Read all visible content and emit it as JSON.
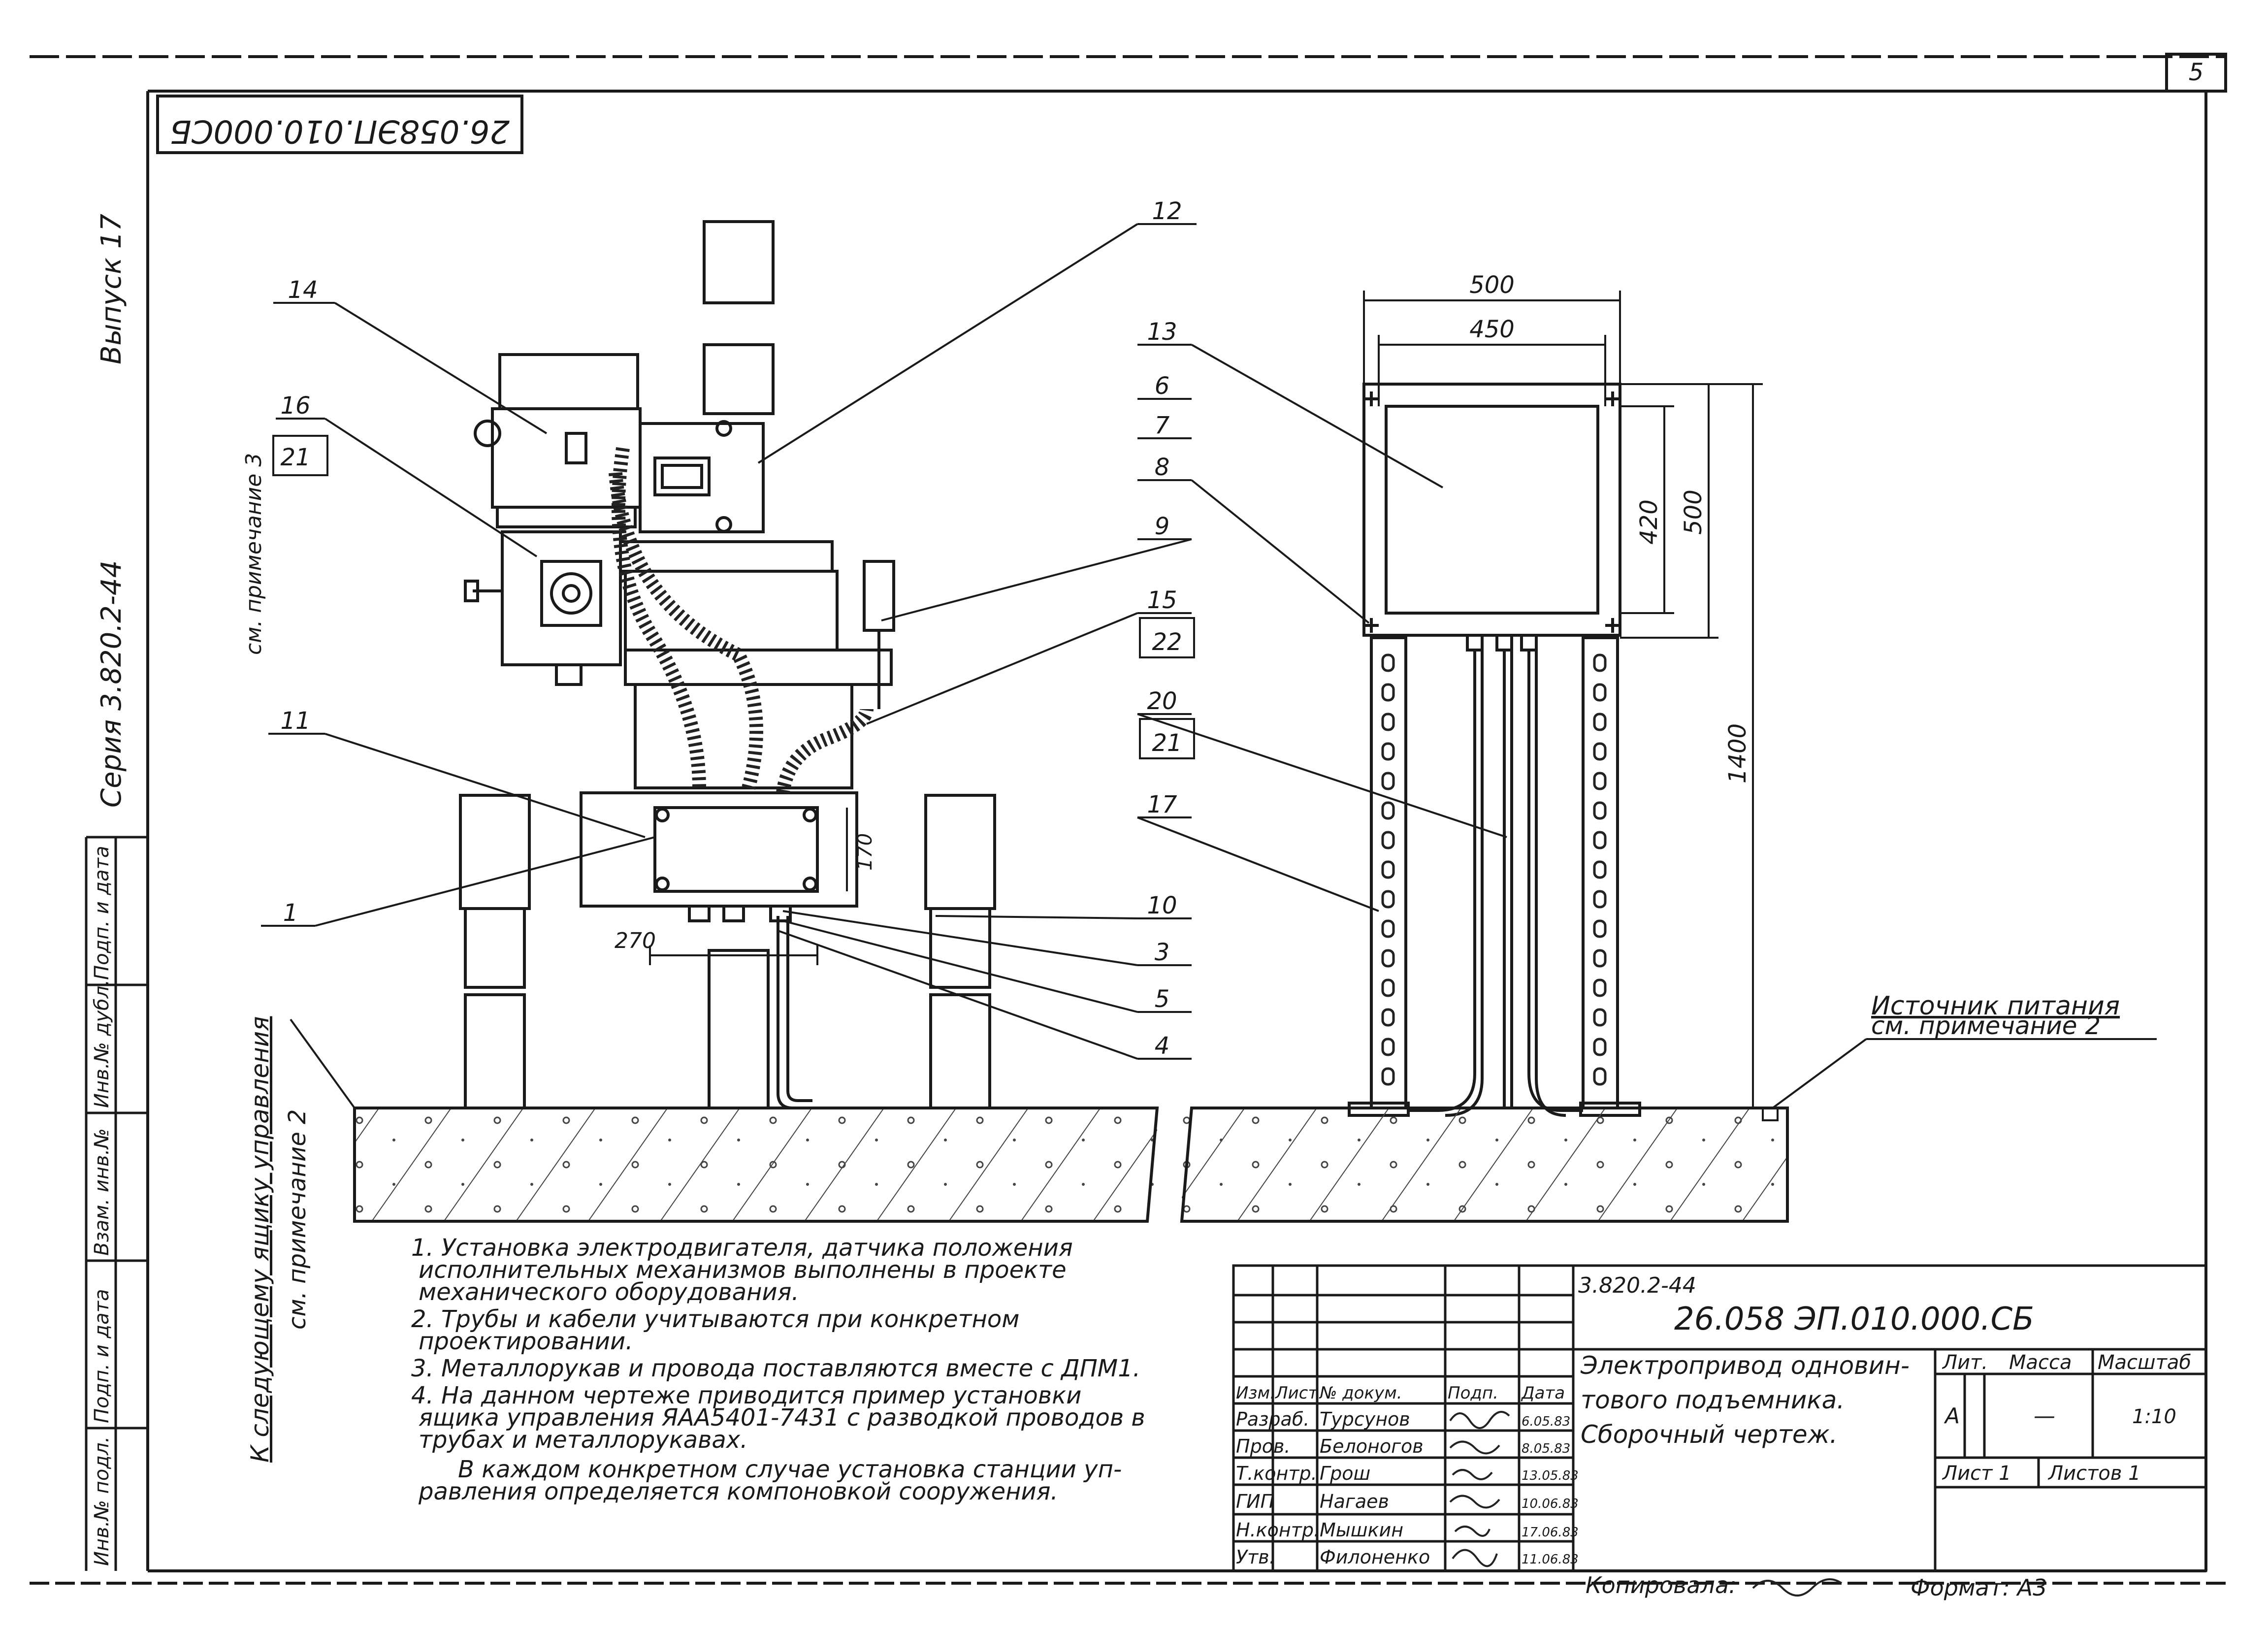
{
  "sheet_number": "5",
  "rotated_code": "26.058ЭП.010.000СБ",
  "side_texts": {
    "vypusk": "Выпуск 17",
    "seriya": "Серия 3.820.2-44",
    "primechanie3": "см. примечание 3",
    "to_next_box": "К следующему ящику управления",
    "primechanie2_side": "см. примечание 2"
  },
  "left_stamp_labels": [
    "Подп. и дата",
    "Инв.№ дубл.",
    "Взам. инв.№",
    "Подп. и дата",
    "Инв.№ подл."
  ],
  "callouts": [
    "12",
    "14",
    "16",
    "21",
    "11",
    "1",
    "13",
    "6",
    "7",
    "8",
    "9",
    "15",
    "22",
    "20",
    "21",
    "17",
    "10",
    "3",
    "5",
    "4"
  ],
  "dimensions": {
    "w500": "500",
    "w450": "450",
    "h420": "420",
    "h500": "500",
    "h1400": "1400",
    "h170": "170",
    "w270": "270"
  },
  "power_source": {
    "line1": "Источник питания",
    "line2": "см. примечание 2"
  },
  "notes": [
    "1.  Установка электродвигателя, датчика положения",
    "исполнительных механизмов выполнены в проекте",
    "механического оборудования.",
    "2.  Трубы и кабели учитываются при конкретном",
    "проектировании.",
    "3.  Металлорукав и провода поставляются вместе с ДПМ1.",
    "4.  На данном чертеже приводится пример установки",
    "ящика управления ЯАА5401-7431 с разводкой проводов в",
    "трубах и металлорукавах.",
    "В каждом конкретном случае установка станции уп-",
    "равления определяется компоновкой сооружения."
  ],
  "title_block": {
    "series_code": "3.820.2-44",
    "doc_code": "26.058 ЭП.010.000.СБ",
    "title_line1": "Электропривод одновин-",
    "title_line2": "тового подъемника.",
    "title_line3": "Сборочный чертеж.",
    "header": [
      "Изм.",
      "Лист",
      "№ докум.",
      "Подп.",
      "Дата"
    ],
    "rows": [
      {
        "role": "Разраб.",
        "name": "Турсунов",
        "date": "6.05.83"
      },
      {
        "role": "Пров.",
        "name": "Белоногов",
        "date": "8.05.83"
      },
      {
        "role": "Т.контр.",
        "name": "Грош",
        "date": "13.05.83"
      },
      {
        "role": "ГИП",
        "name": "Нагаев",
        "date": "10.06.83"
      },
      {
        "role": "Н.контр.",
        "name": "Мышкин",
        "date": "17.06.83"
      },
      {
        "role": "Утв.",
        "name": "Филоненко",
        "date": "11.06.83"
      }
    ],
    "lit_label": "Лит.",
    "massa_label": "Масса",
    "masshtab_label": "Масштаб",
    "lit_value": "А",
    "massa_value": "—",
    "masshtab_value": "1:10",
    "list_label": "Лист 1",
    "listov_label": "Листов 1"
  },
  "footer": {
    "kopiroval": "Копировала:",
    "format": "Формат: А3"
  }
}
